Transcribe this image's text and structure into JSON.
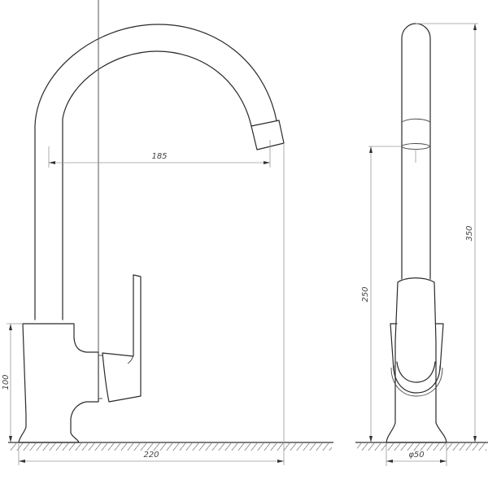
{
  "drawing": {
    "title": "Kitchen faucet dimensional drawing",
    "views": [
      "front-view",
      "side-view"
    ],
    "colors": {
      "line": "#2a2a2a",
      "dimension_line": "#9a9a9a",
      "text": "#444444",
      "background": "#ffffff"
    }
  },
  "front_view": {
    "dimensions": {
      "spout_reach": "185",
      "overall_width": "220",
      "body_height": "100"
    }
  },
  "side_view": {
    "dimensions": {
      "spout_height": "250",
      "overall_height": "350",
      "base_diameter": "φ50"
    }
  }
}
